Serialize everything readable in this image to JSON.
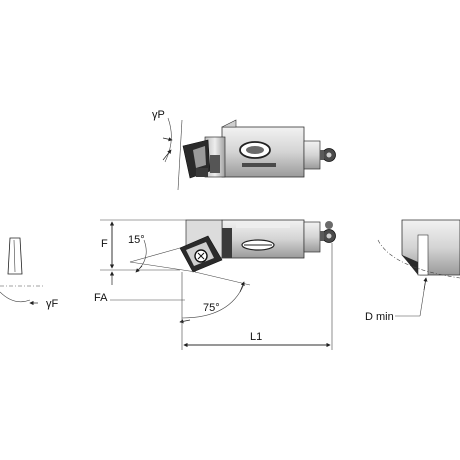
{
  "labels": {
    "gamma_p": "γP",
    "gamma_f": "γF",
    "f": "F",
    "fa": "FA",
    "angle_15": "15°",
    "angle_75": "75°",
    "l1": "L1",
    "d_min": "D min"
  },
  "colors": {
    "body_light": "#dcdcdc",
    "body_mid": "#a9a9a9",
    "body_dark": "#2a2a2a",
    "line": "#222222"
  }
}
